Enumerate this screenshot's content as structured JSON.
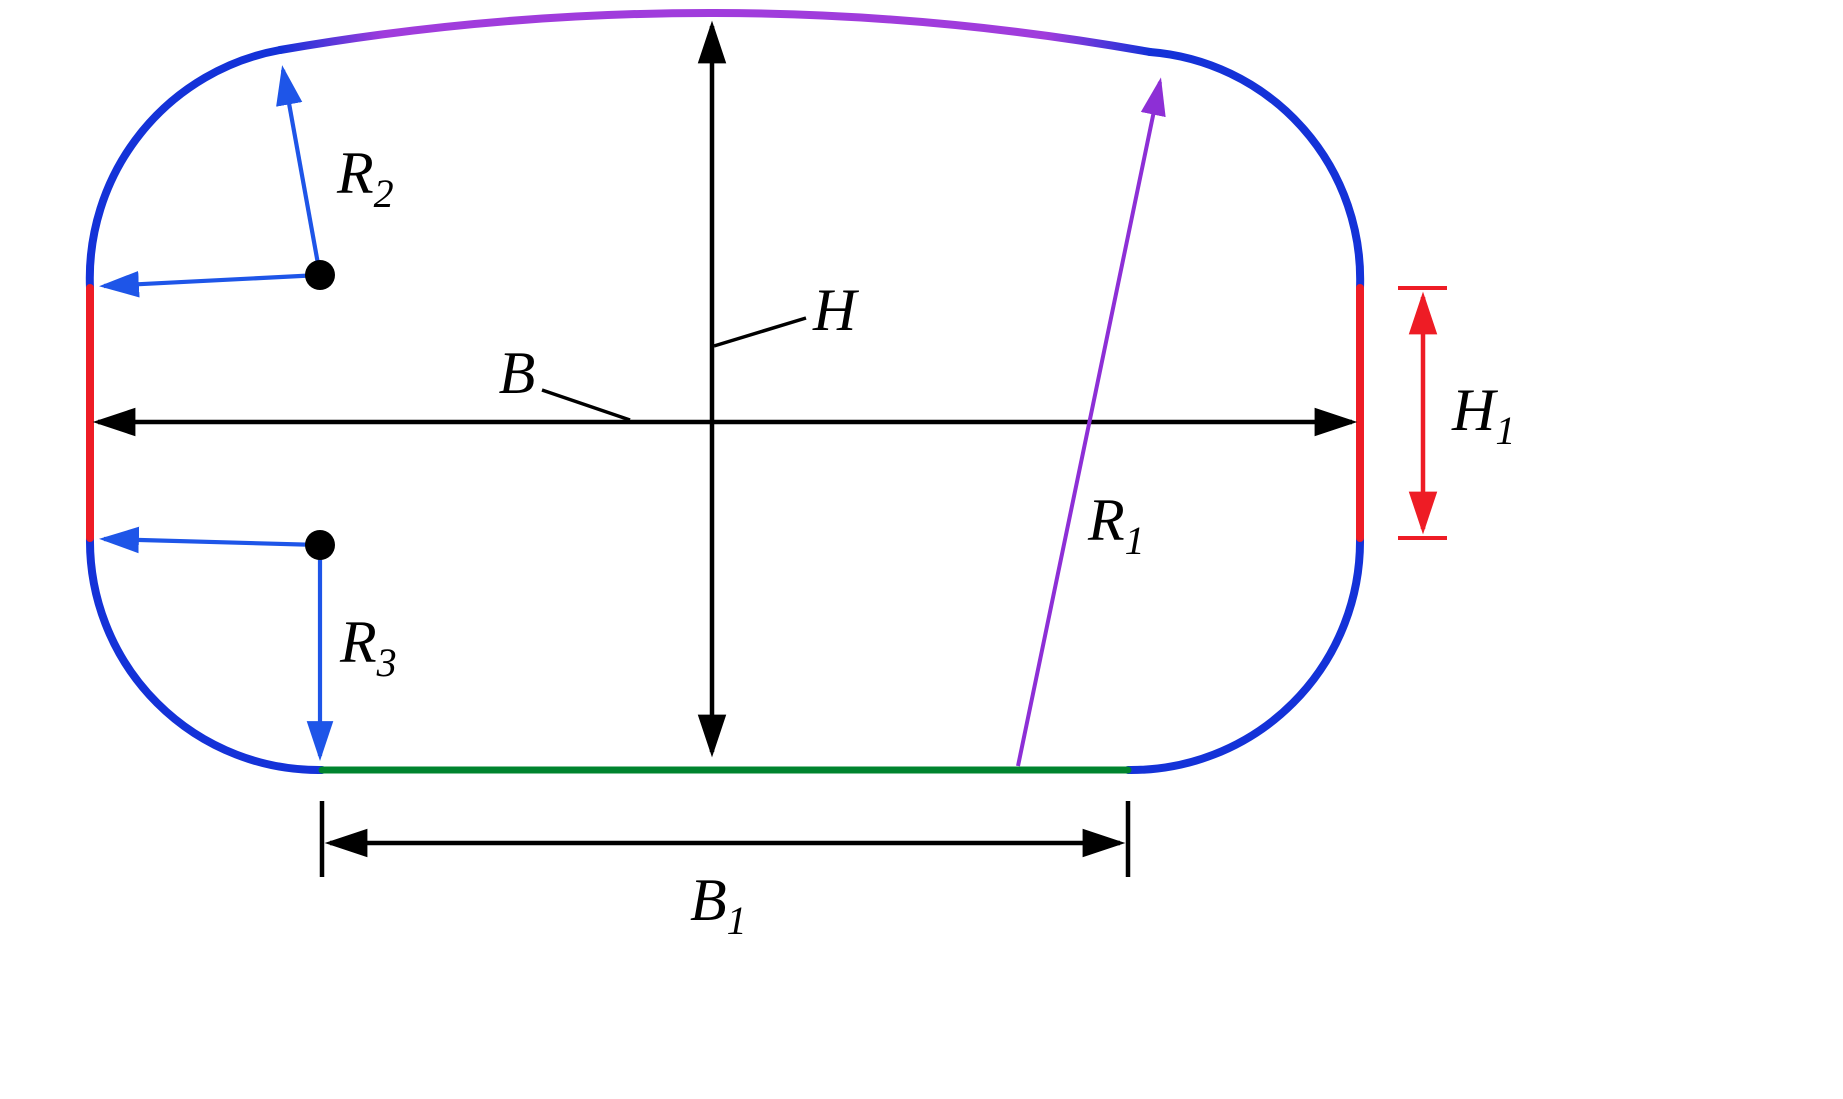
{
  "figure": {
    "labels": {
      "H": "H",
      "B": "B",
      "R1": {
        "base": "R",
        "sub": "1"
      },
      "R2": {
        "base": "R",
        "sub": "2"
      },
      "R3": {
        "base": "R",
        "sub": "3"
      },
      "H1": {
        "base": "H",
        "sub": "1"
      },
      "B1": {
        "base": "B",
        "sub": "1"
      }
    },
    "colors": {
      "blue": "#1432d8",
      "purple": "#a03cdc",
      "red": "#ee1c25",
      "green": "#00842e",
      "black": "#000000",
      "arrow_blue": "#1e55e8",
      "arrow_purple": "#8d2fd6"
    }
  }
}
